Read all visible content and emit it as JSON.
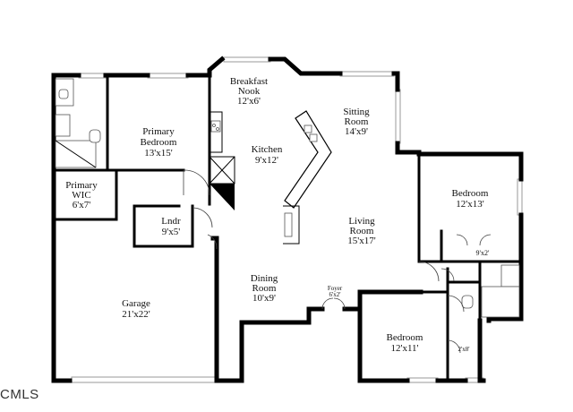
{
  "rooms": {
    "breakfast_nook": {
      "name_line1": "Breakfast",
      "name_line2": "Nook",
      "dim": "12'x6'"
    },
    "sitting_room": {
      "name": "Sitting Room",
      "name_line1": "Sitting",
      "name_line2": "Room",
      "dim": "14'x9'"
    },
    "primary_bedroom": {
      "name_line1": "Primary",
      "name_line2": "Bedroom",
      "dim": "13'x15'"
    },
    "kitchen": {
      "name": "Kitchen",
      "dim": "9'x12'"
    },
    "primary_wic": {
      "name_line1": "Primary",
      "name_line2": "WIC",
      "dim": "6'x7'"
    },
    "laundry": {
      "name": "Lndr",
      "dim": "9'x5'"
    },
    "bedroom_right": {
      "name": "Bedroom",
      "dim": "12'x13'"
    },
    "living_room": {
      "name_line1": "Living",
      "name_line2": "Room",
      "dim": "15'x17'"
    },
    "closet_right": {
      "dim": "9'x2'"
    },
    "garage": {
      "name": "Garage",
      "dim": "21'x22'"
    },
    "dining_room": {
      "name_line1": "Dining",
      "name_line2": "Room",
      "dim": "10'x9'"
    },
    "foyer": {
      "name": "Foyer",
      "dim": "6'x2'"
    },
    "bedroom_bottom": {
      "name": "Bedroom",
      "dim": "12'x11'"
    },
    "closet_bottom": {
      "dim": "2'x8'"
    }
  },
  "watermark": "CMLS"
}
